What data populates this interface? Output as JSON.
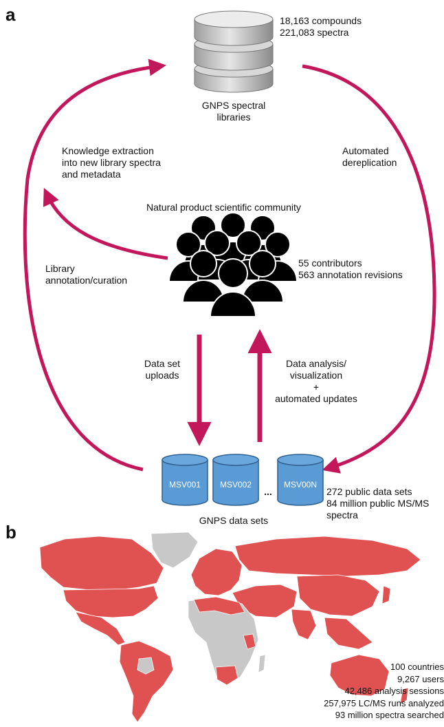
{
  "panel_a": {
    "label": "a",
    "libraries": {
      "stats": [
        "18,163 compounds",
        "221,083 spectra"
      ],
      "title_lines": [
        "GNPS spectral",
        "libraries"
      ]
    },
    "knowledge_extraction": [
      "Knowledge extraction",
      "into new library spectra",
      "and metadata"
    ],
    "automated_dereplication": [
      "Automated",
      "dereplication"
    ],
    "community_title": "Natural product scientific community",
    "library_curation": [
      "Library",
      "annotation/curation"
    ],
    "community_stats": [
      "55 contributors",
      "563 annotation revisions"
    ],
    "dataset_uploads": [
      "Data set",
      "uploads"
    ],
    "data_analysis": [
      "Data analysis/",
      "visualization",
      "+",
      "automated updates"
    ],
    "datasets": {
      "items": [
        "MSV001",
        "MSV002",
        "MSV00N"
      ],
      "ellipsis": "...",
      "title": "GNPS data sets",
      "stats": [
        "272 public data sets",
        "84 million public MS/MS",
        "spectra"
      ]
    },
    "colors": {
      "arrow": "#c2185b",
      "cylinder": "#5b9bd5",
      "cylinder_edge": "#2e5f8f",
      "people": "#000000",
      "server": "#bdbdbd"
    }
  },
  "panel_b": {
    "label": "b",
    "stats": [
      "100 countries",
      "9,267 users",
      "42,486 analysis sessions",
      "257,975 LC/MS runs analyzed",
      "93 million spectra searched"
    ],
    "colors": {
      "user_country": "#e05252",
      "other_country": "#c8c8c8"
    }
  }
}
